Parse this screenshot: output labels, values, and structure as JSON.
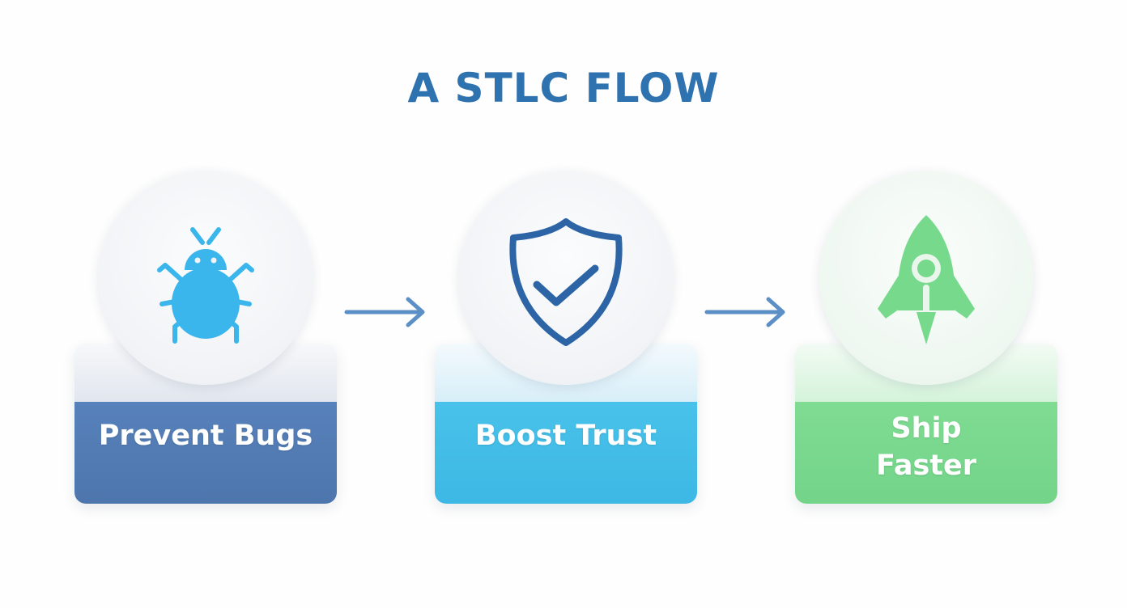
{
  "title": "A STLC FLOW",
  "steps": [
    {
      "label": "Prevent Bugs",
      "icon": "bug-icon",
      "color": "#4e79b1"
    },
    {
      "label": "Boost Trust",
      "icon": "shield-check-icon",
      "color": "#3dbae6"
    },
    {
      "label": "Ship Faster",
      "icon": "rocket-icon",
      "color": "#76d68b"
    }
  ],
  "arrow_color": "#5b8fc6"
}
